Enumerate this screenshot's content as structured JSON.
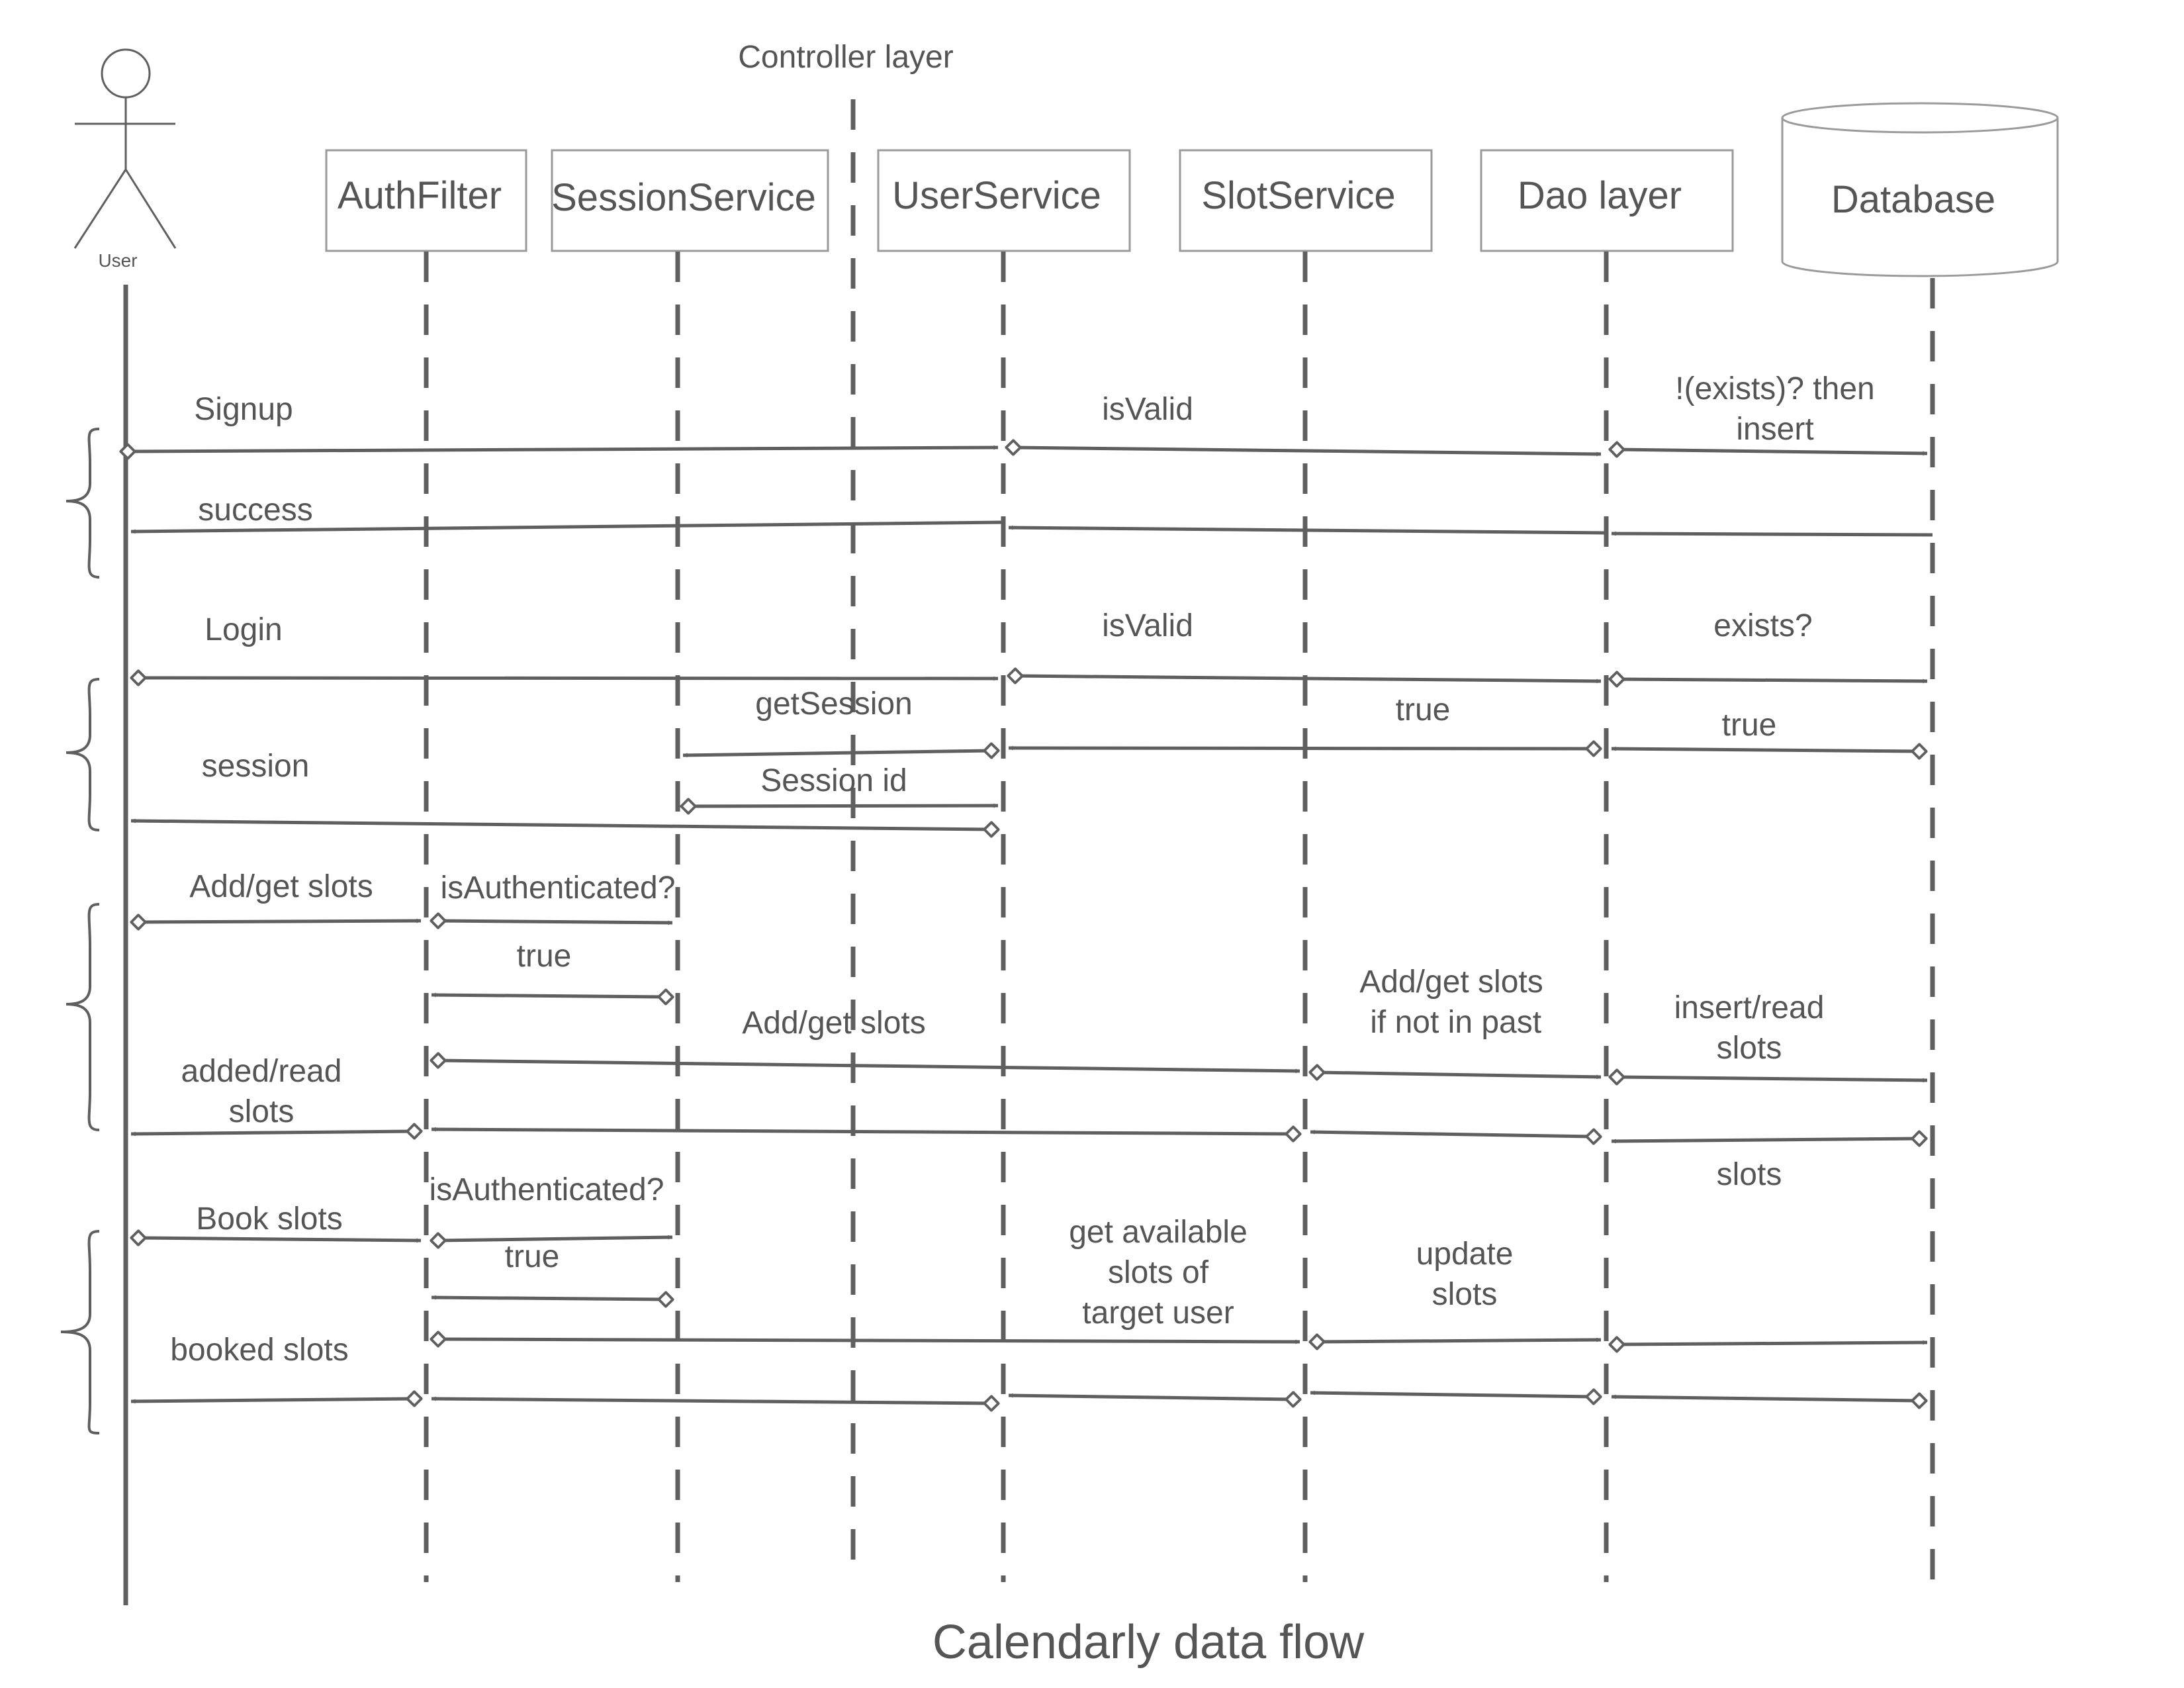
{
  "title": "Calendarly data flow",
  "controller_layer_label": "Controller layer",
  "actor": {
    "label": "User"
  },
  "participants": [
    {
      "id": "auth",
      "label": "AuthFilter"
    },
    {
      "id": "session",
      "label": "SessionService"
    },
    {
      "id": "user",
      "label": "UserService"
    },
    {
      "id": "slot",
      "label": "SlotService"
    },
    {
      "id": "dao",
      "label": "Dao layer"
    },
    {
      "id": "db",
      "label": "Database"
    }
  ],
  "messages": [
    {
      "id": "m01",
      "from": "actor",
      "to": "user",
      "label": "Signup"
    },
    {
      "id": "m02",
      "from": "user",
      "to": "dao",
      "label": "isValid"
    },
    {
      "id": "m03",
      "from": "dao",
      "to": "db",
      "label": "!(exists)? then\ninsert"
    },
    {
      "id": "m04",
      "from": "db",
      "to": "dao",
      "label": ""
    },
    {
      "id": "m05",
      "from": "dao",
      "to": "user",
      "label": ""
    },
    {
      "id": "m06",
      "from": "user",
      "to": "actor",
      "label": "success"
    },
    {
      "id": "m07",
      "from": "actor",
      "to": "user",
      "label": "Login"
    },
    {
      "id": "m08",
      "from": "user",
      "to": "dao",
      "label": "isValid"
    },
    {
      "id": "m09",
      "from": "dao",
      "to": "db",
      "label": "exists?"
    },
    {
      "id": "m10",
      "from": "db",
      "to": "dao",
      "label": "true"
    },
    {
      "id": "m11",
      "from": "dao",
      "to": "user",
      "label": "true"
    },
    {
      "id": "m12",
      "from": "user",
      "to": "session",
      "label": "getSession"
    },
    {
      "id": "m13",
      "from": "session",
      "to": "user",
      "label": "Session id"
    },
    {
      "id": "m14",
      "from": "user",
      "to": "actor",
      "label": "session"
    },
    {
      "id": "m15",
      "from": "actor",
      "to": "auth",
      "label": "Add/get slots"
    },
    {
      "id": "m16",
      "from": "auth",
      "to": "session",
      "label": "isAuthenticated?"
    },
    {
      "id": "m17",
      "from": "session",
      "to": "auth",
      "label": "true"
    },
    {
      "id": "m18",
      "from": "auth",
      "to": "slot",
      "label": "Add/get slots"
    },
    {
      "id": "m19",
      "from": "slot",
      "to": "dao",
      "label": "Add/get slots\n if not in past"
    },
    {
      "id": "m20",
      "from": "dao",
      "to": "db",
      "label": "insert/read\nslots"
    },
    {
      "id": "m21",
      "from": "db",
      "to": "dao",
      "label": "slots"
    },
    {
      "id": "m22",
      "from": "dao",
      "to": "slot",
      "label": ""
    },
    {
      "id": "m23",
      "from": "slot",
      "to": "auth",
      "label": ""
    },
    {
      "id": "m24",
      "from": "auth",
      "to": "actor",
      "label": "added/read\nslots"
    },
    {
      "id": "m25",
      "from": "actor",
      "to": "auth",
      "label": "Book slots"
    },
    {
      "id": "m26",
      "from": "auth",
      "to": "session",
      "label": "isAuthenticated?"
    },
    {
      "id": "m27",
      "from": "session",
      "to": "auth",
      "label": "true"
    },
    {
      "id": "m28",
      "from": "auth",
      "to": "slot",
      "label": "get available\nslots of\ntarget user"
    },
    {
      "id": "m29",
      "from": "slot",
      "to": "dao",
      "label": "update\nslots"
    },
    {
      "id": "m30",
      "from": "dao",
      "to": "db",
      "label": ""
    },
    {
      "id": "m31",
      "from": "db",
      "to": "dao",
      "label": ""
    },
    {
      "id": "m32",
      "from": "dao",
      "to": "slot",
      "label": ""
    },
    {
      "id": "m33",
      "from": "slot",
      "to": "user",
      "label": ""
    },
    {
      "id": "m34",
      "from": "user",
      "to": "auth",
      "label": ""
    },
    {
      "id": "m35",
      "from": "auth",
      "to": "actor",
      "label": "booked slots"
    }
  ],
  "colors": {
    "line": "#5f5f5f",
    "box_stroke": "#9a9a9a",
    "text": "#555555"
  }
}
